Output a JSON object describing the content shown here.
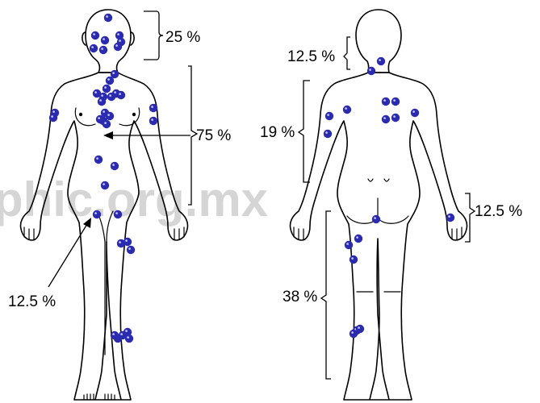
{
  "watermark": "phic.org.mx",
  "front": {
    "labels": {
      "head": "25 %",
      "trunk": "75 %",
      "genital": "12.5 %"
    }
  },
  "back": {
    "labels": {
      "neck": "12.5 %",
      "upper_back": "19 %",
      "hand": "12.5 %",
      "leg": "38 %"
    }
  },
  "colors": {
    "lesion": "#2b2bb0",
    "lesion_highlight": "#c8c8ff",
    "outline": "#000000",
    "watermark": "#c8c8c8"
  }
}
